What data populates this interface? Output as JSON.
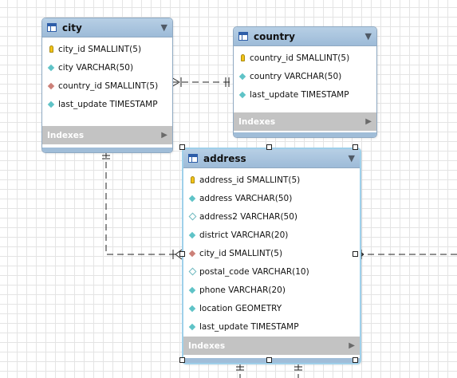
{
  "tables": {
    "city": {
      "title": "city",
      "columns": [
        {
          "icon": "key",
          "label": "city_id SMALLINT(5)"
        },
        {
          "icon": "attr",
          "label": "city VARCHAR(50)"
        },
        {
          "icon": "fk",
          "label": "country_id SMALLINT(5)"
        },
        {
          "icon": "attr",
          "label": "last_update TIMESTAMP"
        }
      ],
      "indexes_label": "Indexes"
    },
    "country": {
      "title": "country",
      "columns": [
        {
          "icon": "key",
          "label": "country_id SMALLINT(5)"
        },
        {
          "icon": "attr",
          "label": "country VARCHAR(50)"
        },
        {
          "icon": "attr",
          "label": "last_update TIMESTAMP"
        }
      ],
      "indexes_label": "Indexes"
    },
    "address": {
      "title": "address",
      "columns": [
        {
          "icon": "key",
          "label": "address_id SMALLINT(5)"
        },
        {
          "icon": "attr",
          "label": "address VARCHAR(50)"
        },
        {
          "icon": "nullable",
          "label": "address2 VARCHAR(50)"
        },
        {
          "icon": "attr",
          "label": "district VARCHAR(20)"
        },
        {
          "icon": "fk",
          "label": "city_id SMALLINT(5)"
        },
        {
          "icon": "nullable",
          "label": "postal_code VARCHAR(10)"
        },
        {
          "icon": "attr",
          "label": "phone VARCHAR(20)"
        },
        {
          "icon": "attr",
          "label": "location GEOMETRY"
        },
        {
          "icon": "attr",
          "label": "last_update TIMESTAMP"
        }
      ],
      "indexes_label": "Indexes"
    }
  },
  "icons": {
    "collapse": "▼",
    "expand": "▶"
  },
  "colors": {
    "header": "#9dbbd8",
    "indexes": "#c3c3c3",
    "selection": "#9fd0ea",
    "primary_key": "#f2c318",
    "attribute": "#5fc3c7",
    "foreign_key": "#cc8078"
  }
}
